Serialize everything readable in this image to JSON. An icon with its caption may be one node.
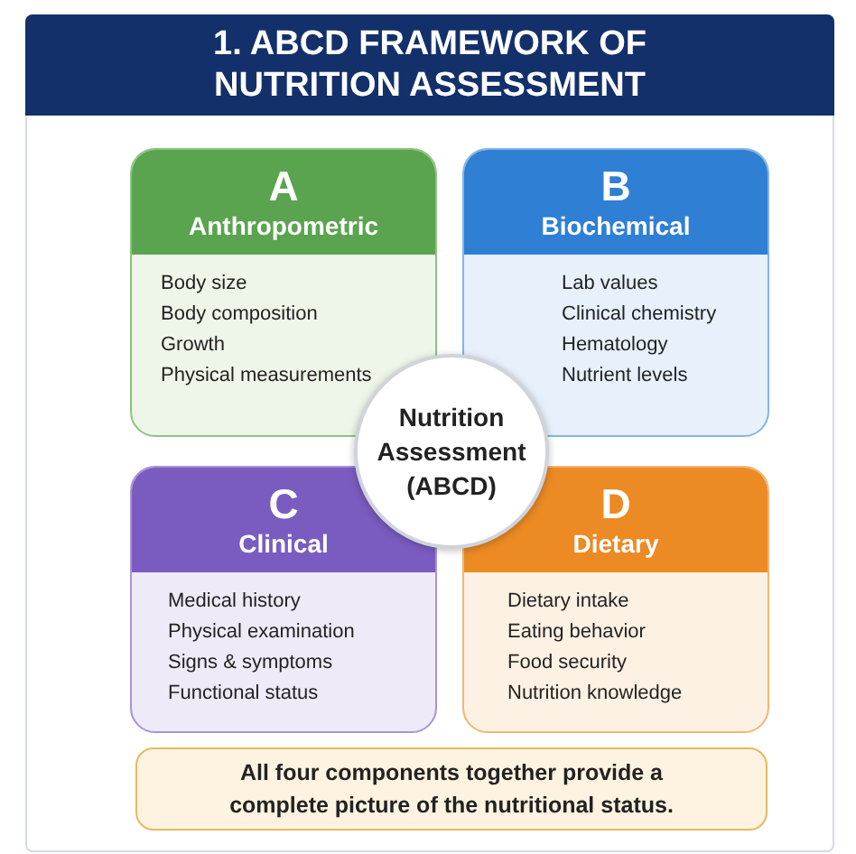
{
  "diagram": {
    "title": "1. ABCD FRAMEWORK OF NUTRITION ASSESSMENT",
    "nodes": [
      {
        "text": [
          "A",
          "Anthropometric",
          "Body size",
          "Body composition",
          "Growth",
          "Physical measurements"
        ]
      },
      {
        "text": [
          "B",
          "Biochemical",
          "Lab values",
          "Clinical chemistry",
          "Hematology",
          "Nutrient levels"
        ]
      },
      {
        "text": [
          "C",
          "Clinical",
          "Medical history",
          "Physical examination",
          "Signs & symptoms",
          "Functional status"
        ]
      },
      {
        "text": [
          "D",
          "Dietary",
          "Dietary intake",
          "Eating behavior",
          "Food security",
          "Nutrition knowledge"
        ]
      },
      {
        "text": [
          "Nutrition Assessment (ABCD)"
        ]
      },
      {
        "text": [
          "All four components together provide a complete picture of the nutritional status."
        ]
      }
    ],
    "edges": []
  }
}
